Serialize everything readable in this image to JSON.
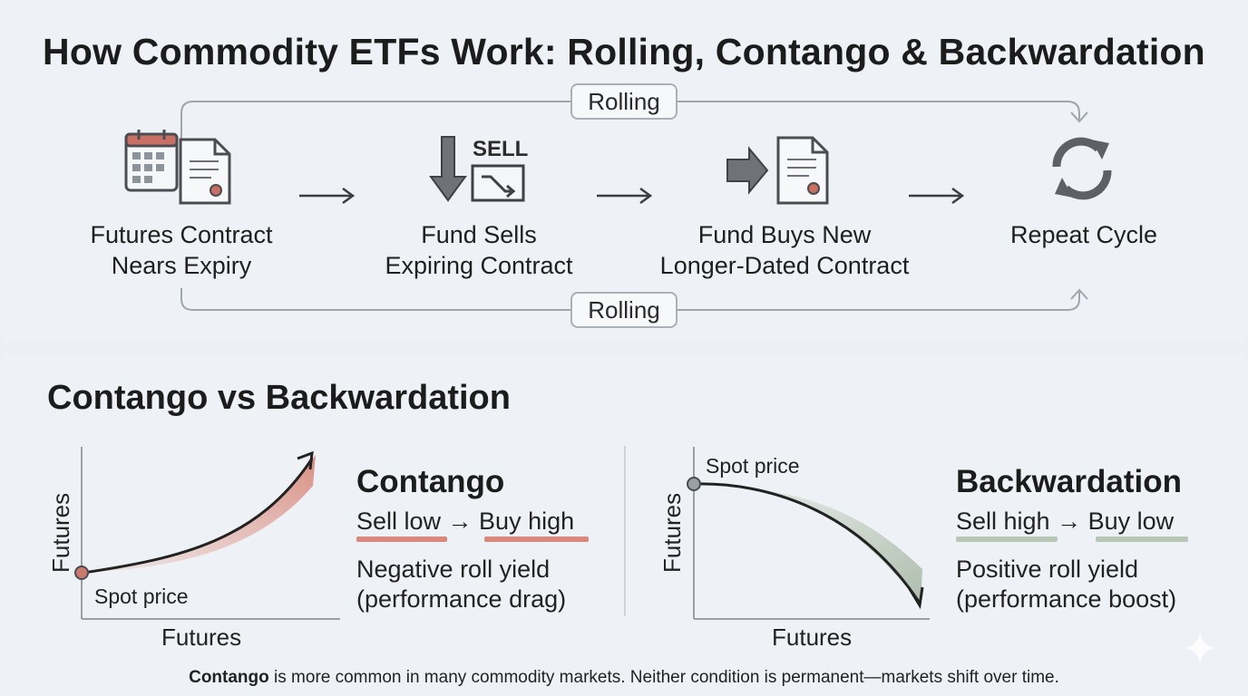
{
  "header": {
    "title": "How Commodity ETFs Work: Rolling, Contango & Backwardation"
  },
  "rolling_flow": {
    "rolling_label_top": "Rolling",
    "rolling_label_bottom": "Rolling",
    "steps": [
      {
        "line1": "Futures Contract",
        "line2": "Nears Expiry",
        "icon": "calendar-contract-icon"
      },
      {
        "line1": "Fund Sells",
        "line2": "Expiring Contract",
        "icon": "sell-icon"
      },
      {
        "line1": "Fund Buys New",
        "line2": "Longer-Dated Contract",
        "icon": "buy-contract-icon"
      },
      {
        "line1": "Repeat Cycle",
        "line2": "",
        "icon": "repeat-cycle-icon"
      }
    ],
    "sell_icon_text": "SELL"
  },
  "comparison": {
    "title": "Contango vs Backwardation",
    "contango": {
      "title": "Contango",
      "trade": "Sell low → Buy high",
      "yield_line1": "Negative roll yield",
      "yield_line2": "(performance drag)",
      "y_axis_label": "Futures",
      "x_axis_label": "Futures",
      "point_label": "Spot price",
      "color": "#d8897c"
    },
    "backwardation": {
      "title": "Backwardation",
      "trade": "Sell high → Buy low",
      "yield_line1": "Positive roll yield",
      "yield_line2": "(performance boost)",
      "y_axis_label": "Futures",
      "x_axis_label": "Futures",
      "point_label": "Spot price",
      "color": "#b9c7b7"
    }
  },
  "footer": {
    "bold": "Contango",
    "rest": " is more common in many commodity markets. Neither condition is permanent—markets shift over time."
  }
}
